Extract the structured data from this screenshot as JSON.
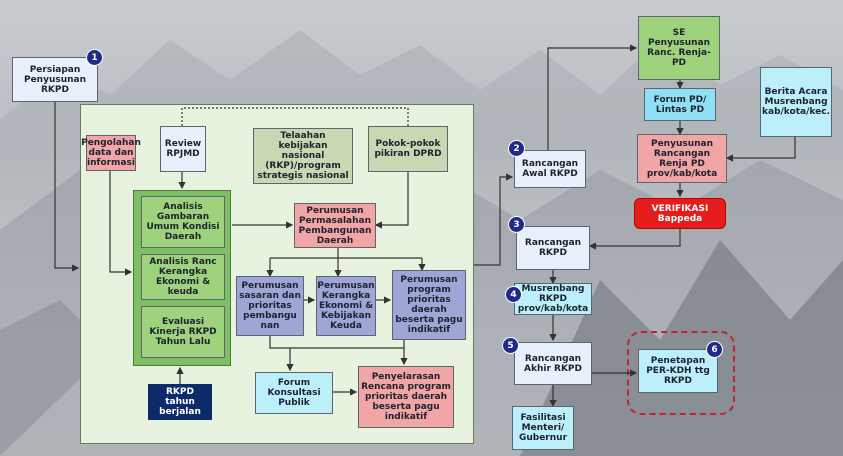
{
  "badges": [
    "1",
    "2",
    "3",
    "4",
    "5",
    "6"
  ],
  "boxes": {
    "persiapan": "Persiapan Penyusunan RKPD",
    "pengolahan": "Pengolahan data dan informasi",
    "review": "Review RPJMD",
    "telaahan": "Telaahan kebijakan nasional (RKP)/program strategis nasional",
    "pokok": "Pokok-pokok pikiran DPRD",
    "analisis_gambaran": "Analisis Gambaran Umum Kondisi Daerah",
    "perumusan_permasalahan": "Perumusan Permasalahan Pembangunan Daerah",
    "analisis_ranc": "Analisis Ranc Kerangka Ekonomi & keuda",
    "evaluasi": "Evaluasi Kinerja RKPD Tahun Lalu",
    "perumusan_sasaran": "Perumusan sasaran dan prioritas pembangu nan",
    "perumusan_kerangka": "Perumusan Kerangka Ekonomi & Kebijakan Keuda",
    "perumusan_program": "Perumusan program prioritas daerah beserta pagu indikatif",
    "rkpd_tahun": "RKPD tahun berjalan",
    "forum_konsultasi": "Forum Konsultasi Publik",
    "penyelarasan": "Penyelarasan Rencana program prioritas daerah beserta pagu indikatif",
    "rancangan_awal": "Rancangan Awal RKPD",
    "rancangan": "Rancangan RKPD",
    "musrenbang": "Musrenbang RKPD prov/kab/kota",
    "rancangan_akhir": "Rancangan Akhir RKPD",
    "fasilitasi": "Fasilitasi Menteri/ Gubernur",
    "penetapan": "Penetapan PER-KDH ttg RKPD",
    "se_penyusunan": "SE Penyusunan Ranc. Renja-PD",
    "forum_pd": "Forum PD/ Lintas PD",
    "berita_acara": "Berita Acara Musrenbang kab/kota/kec.",
    "penyusunan_renja": "Penyusunan Rancangan Renja PD prov/kab/kota",
    "verifikasi": "VERIFIKASI Bappeda"
  }
}
